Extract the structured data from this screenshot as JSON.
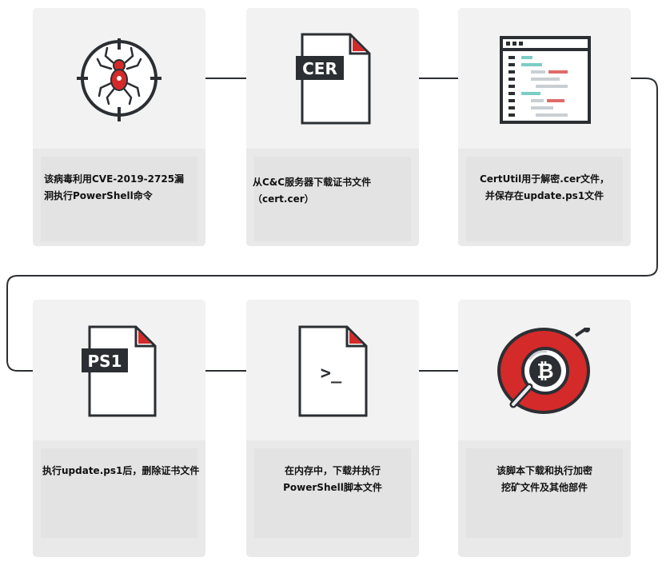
{
  "steps": [
    {
      "lines": [
        "该病毒利用CVE-2019-2725漏",
        "洞执行PowerShell命令"
      ],
      "icon": "spider-crosshair-icon"
    },
    {
      "lines": [
        "从C&C服务器下载证书文件（cert.cer）"
      ],
      "icon": "cer-file-icon",
      "badge": "CER"
    },
    {
      "lines": [
        "CertUtil用于解密.cer文件，",
        "并保存在update.ps1文件"
      ],
      "icon": "code-window-icon"
    },
    {
      "lines": [
        "执行update.ps1后，删除证书文件"
      ],
      "icon": "ps1-file-icon",
      "badge": "PS1"
    },
    {
      "lines": [
        "在内存中，下载并执行",
        "PowerShell脚本文件"
      ],
      "icon": "terminal-file-icon",
      "prompt": ">_"
    },
    {
      "lines": [
        "该脚本下载和执行加密",
        "挖矿文件及其他部件"
      ],
      "icon": "bitcoin-magnifier-icon",
      "symbol": "₿"
    }
  ],
  "colors": {
    "accent": "#d42a2a",
    "dark": "#2b2f33",
    "card": "#f2f2f2",
    "teal": "#7ccdc4"
  }
}
